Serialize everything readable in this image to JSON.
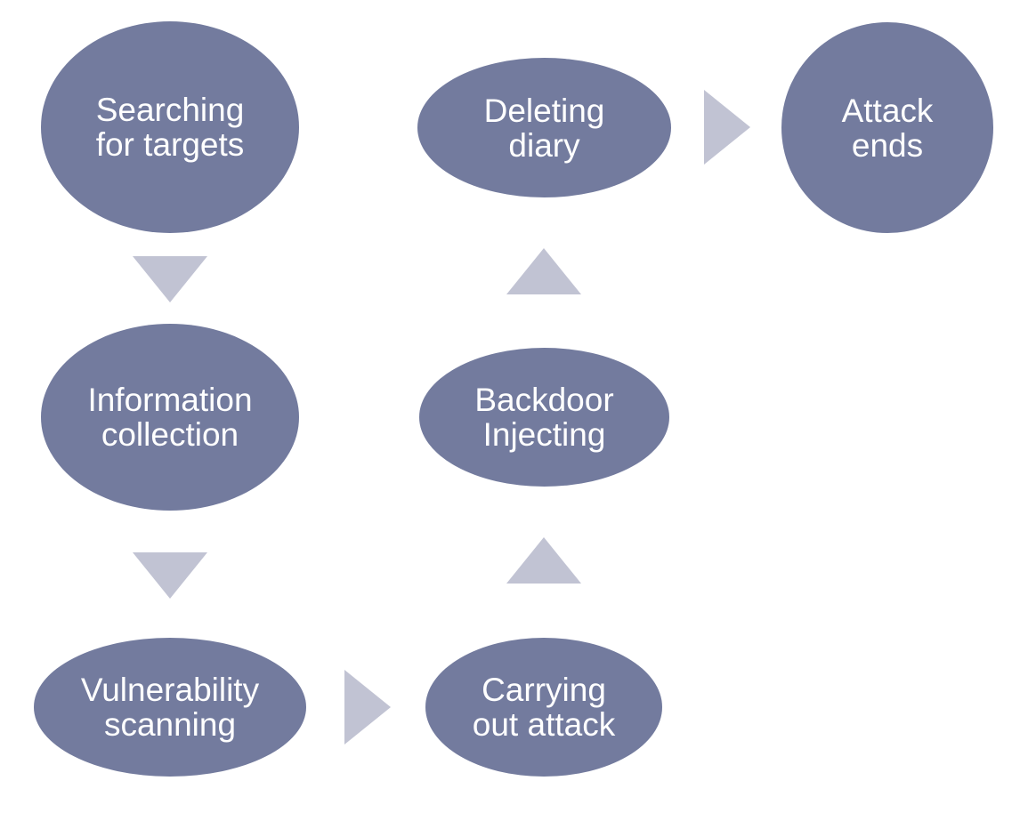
{
  "colors": {
    "node_fill": "#737b9e",
    "arrow_fill": "#c1c3d3",
    "text": "#ffffff"
  },
  "nodes": {
    "searching": "Searching\nfor targets",
    "information": "Information\ncollection",
    "vulnerability": "Vulnerability\nscanning",
    "carrying": "Carrying\nout attack",
    "backdoor": "Backdoor\nInjecting",
    "deleting": "Deleting\ndiary",
    "attack_ends": "Attack\nends"
  },
  "arrows": {
    "searching_to_information": "down-arrow-icon",
    "information_to_vulnerability": "down-arrow-icon",
    "vulnerability_to_carrying": "right-arrow-icon",
    "carrying_to_backdoor": "up-arrow-icon",
    "backdoor_to_deleting": "up-arrow-icon",
    "deleting_to_attack_ends": "right-arrow-icon"
  }
}
